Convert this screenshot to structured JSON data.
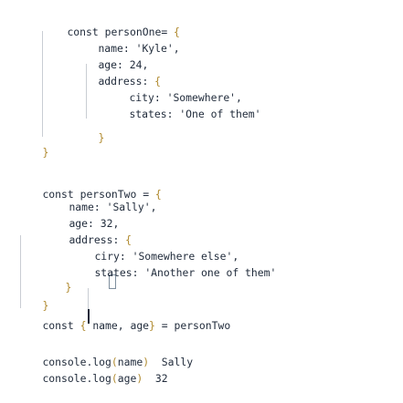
{
  "code": {
    "l1": {
      "kw": "const",
      "id": "personOne",
      "op": "=",
      "open": "{"
    },
    "l2": {
      "key": "name:",
      "val": "'Kyle',"
    },
    "l3": {
      "key": "age:",
      "val": "24,"
    },
    "l4": {
      "key": "address:",
      "open": "{"
    },
    "l5": {
      "key": "city:",
      "val": "'Somewhere',"
    },
    "l6": {
      "key": "states:",
      "val": "'One of them'"
    },
    "l7": {
      "close": "}"
    },
    "l8": {
      "close": "}"
    },
    "l9": {
      "kw": "const",
      "id": "personTwo",
      "op": "=",
      "open": "{"
    },
    "l10": {
      "key": "name:",
      "val": "'Sally',"
    },
    "l11": {
      "key": "age:",
      "val": "32,"
    },
    "l12": {
      "key": "address:",
      "open": "{"
    },
    "l13": {
      "key": "ciry:",
      "val": "'Somewhere else',"
    },
    "l14": {
      "key": "states:",
      "val": "'Another one of them'"
    },
    "l15": {
      "close": "}"
    },
    "l16": {
      "close": "}"
    },
    "l17": {
      "kw": "const",
      "open": "{",
      "names": "name, age",
      "close": "}",
      "op": "=",
      "rhs": "personTwo"
    },
    "l18": {
      "obj": "console",
      "method": ".log",
      "open": "(",
      "arg": "name",
      "close": ")",
      "result": "Sally"
    },
    "l19": {
      "obj": "console",
      "method": ".log",
      "open": "(",
      "arg": "age",
      "close": ")",
      "result": "32"
    }
  },
  "colors": {
    "text": "#1f2a3a",
    "bracket": "#b08a2f",
    "guide": "#c9cdd3"
  }
}
